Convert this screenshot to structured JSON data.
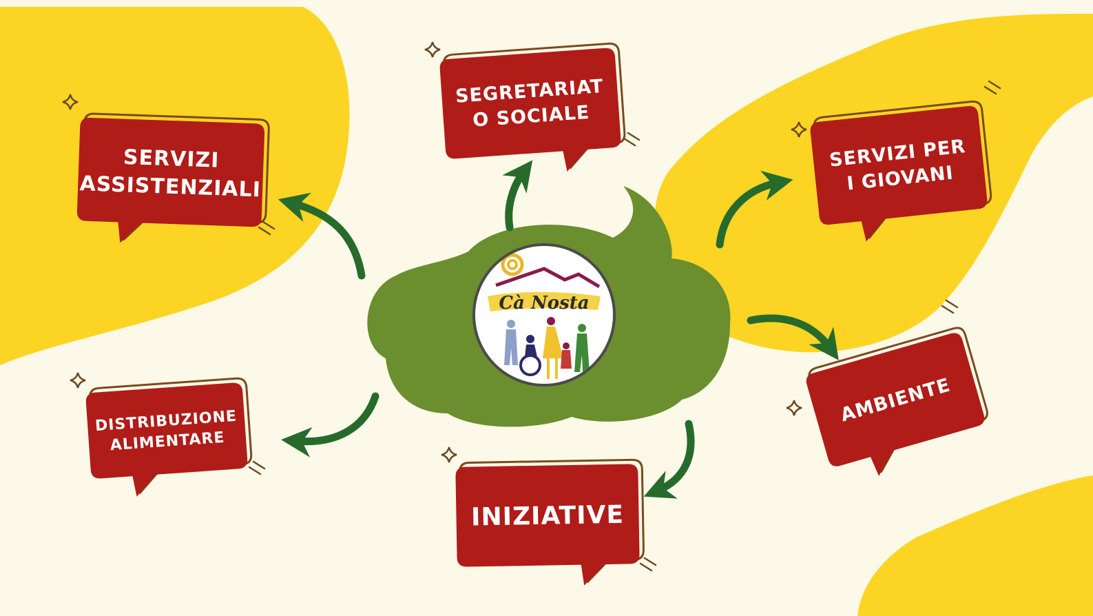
{
  "logo": {
    "name": "Cà Nosta"
  },
  "nodes": [
    {
      "id": "servizi-assistenziali",
      "lines": [
        "SERVIZI",
        "ASSISTENZIALI"
      ]
    },
    {
      "id": "segretariato-sociale",
      "lines": [
        "SEGRETARIAT",
        "O SOCIALE"
      ]
    },
    {
      "id": "servizi-per-i-giovani",
      "lines": [
        "SERVIZI PER",
        "I GIOVANI"
      ]
    },
    {
      "id": "ambiente",
      "lines": [
        "AMBIENTE"
      ]
    },
    {
      "id": "iniziative",
      "lines": [
        "INIZIATIVE"
      ]
    },
    {
      "id": "distribuzione-alimentare",
      "lines": [
        "DISTRIBUZIONE",
        "ALIMENTARE"
      ]
    }
  ],
  "colors": {
    "background": "#fdf9e8",
    "blob": "#fcd424",
    "cloud": "#6b8e2e",
    "bubble": "#b01c18",
    "bubble_outline": "#7a4a1e",
    "arrow": "#276b2c",
    "text": "#ffffff"
  },
  "icons": [
    "sparkle-icon",
    "motion-lines-icon",
    "curved-arrow-icon",
    "speech-bubble-icon",
    "family-logo-icon"
  ]
}
